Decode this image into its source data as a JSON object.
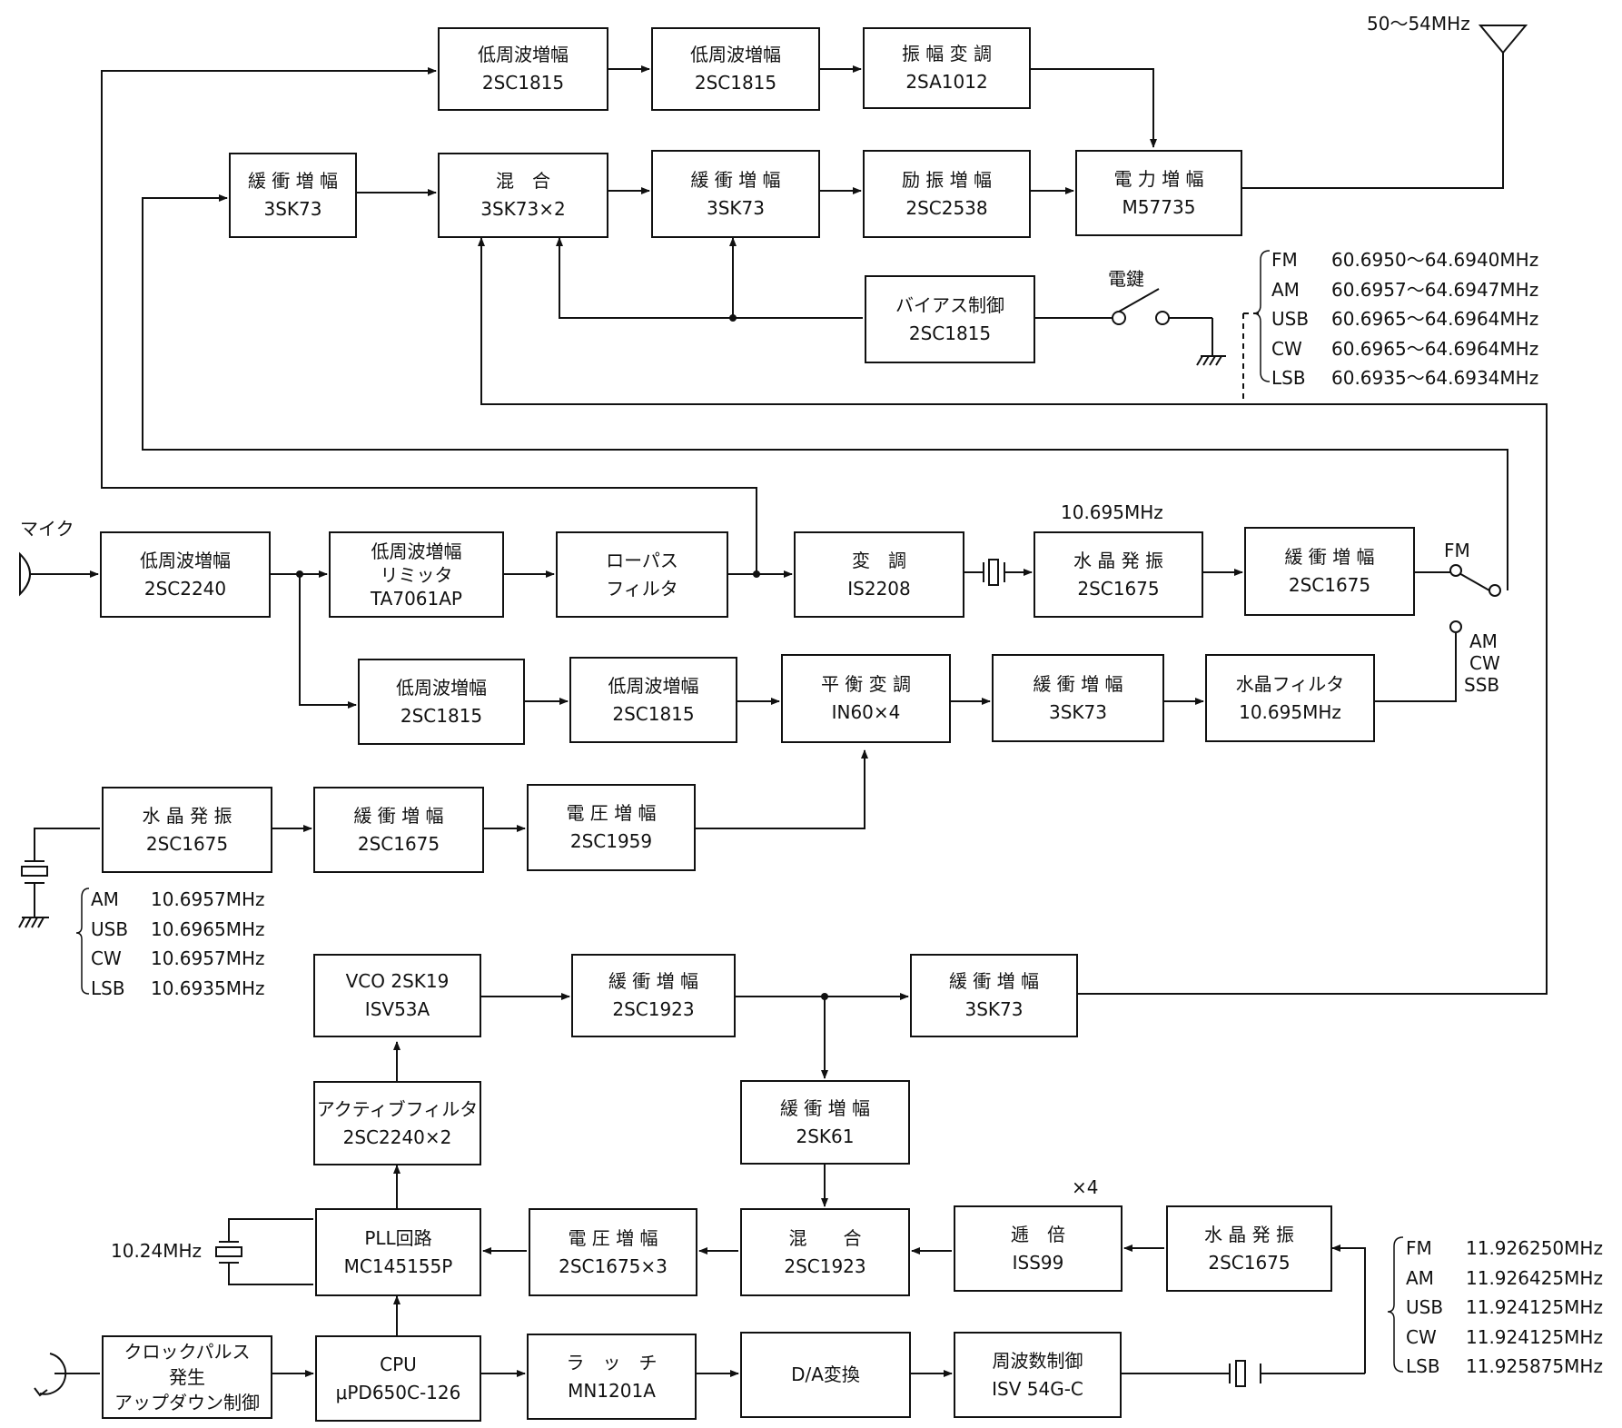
{
  "blocks": {
    "af1": {
      "name": "低周波増幅",
      "part": "2SC1815"
    },
    "af2": {
      "name": "低周波増幅",
      "part": "2SC1815"
    },
    "am_mod": {
      "name": "振 幅 変 調",
      "part": "2SA1012"
    },
    "buf_tx": {
      "name": "緩 衝 増 幅",
      "part": "3SK73"
    },
    "mixer_tx": {
      "name": "混　合",
      "part": "3SK73×2"
    },
    "buf_tx2": {
      "name": "緩 衝 増 幅",
      "part": "3SK73"
    },
    "driver": {
      "name": "励 振 増 幅",
      "part": "2SC2538"
    },
    "pa": {
      "name": "電 力 増 幅",
      "part": "M57735"
    },
    "bias": {
      "name": "バイアス制御",
      "part": "2SC1815"
    },
    "mic_amp": {
      "name": "低周波増幅",
      "part": "2SC2240"
    },
    "limiter": {
      "name": "低周波増幅",
      "part": "リミッタ",
      "part2": "TA7061AP"
    },
    "lpf": {
      "name": "ローパス",
      "part": "フィルタ"
    },
    "fm_mod": {
      "name": "変　調",
      "part": "IS2208"
    },
    "xo_fm": {
      "name": "水 晶 発 振",
      "part": "2SC1675"
    },
    "buf_fm": {
      "name": "緩 衝 増 幅",
      "part": "2SC1675"
    },
    "af3": {
      "name": "低周波増幅",
      "part": "2SC1815"
    },
    "af4": {
      "name": "低周波増幅",
      "part": "2SC1815"
    },
    "bal_mod": {
      "name": "平 衡 変 調",
      "part": "IN60×4"
    },
    "buf_ssb": {
      "name": "緩 衝 増 幅",
      "part": "3SK73"
    },
    "xtal_filter": {
      "name": "水晶フィルタ",
      "part": "10.695MHz"
    },
    "xo_car": {
      "name": "水 晶 発 振",
      "part": "2SC1675"
    },
    "buf_car": {
      "name": "緩 衝 増 幅",
      "part": "2SC1675"
    },
    "volt_car": {
      "name": "電 圧 増 幅",
      "part": "2SC1959"
    },
    "vco": {
      "name": "VCO 2SK19",
      "part": "ISV53A"
    },
    "buf_vco": {
      "name": "緩 衝 増 幅",
      "part": "2SC1923"
    },
    "buf_vco2": {
      "name": "緩 衝 増 幅",
      "part": "3SK73"
    },
    "active_lpf": {
      "name": "アクティブフィルタ",
      "part": "2SC2240×2"
    },
    "buf_2sk61": {
      "name": "緩 衝 増 幅",
      "part": "2SK61"
    },
    "pll": {
      "name": "PLL回路",
      "part": "MC145155P"
    },
    "volt_pll": {
      "name": "電 圧 増 幅",
      "part": "2SC1675×3"
    },
    "mixer_pll": {
      "name": "混　　合",
      "part": "2SC1923"
    },
    "mult": {
      "name": "逓　倍",
      "part": "ISS99"
    },
    "xo_ref": {
      "name": "水 晶 発 振",
      "part": "2SC1675"
    },
    "clock": {
      "name": "クロックパルス",
      "part": "発生",
      "part2": "アップダウン制御"
    },
    "cpu": {
      "name": "CPU",
      "part": "μPD650C-126"
    },
    "latch": {
      "name": "ラ　ッ　チ",
      "part": "MN1201A"
    },
    "dac": {
      "name": "D/A変換"
    },
    "freq_ctrl": {
      "name": "周波数制御",
      "part": "ISV 54G-C"
    }
  },
  "labels": {
    "band": "50～54MHz",
    "key": "電鍵",
    "mic": "マイク",
    "fm_osc_freq": "10.695MHz",
    "fm_switch": "FM",
    "am_switch": "AM",
    "cw_switch": "CW",
    "ssb_switch": "SSB",
    "pll_ref": "10.24MHz",
    "mult_factor": "×4"
  },
  "vco_table": [
    {
      "mode": "FM",
      "freq": "60.6950～64.6940MHz"
    },
    {
      "mode": "AM",
      "freq": "60.6957～64.6947MHz"
    },
    {
      "mode": "USB",
      "freq": "60.6965～64.6964MHz"
    },
    {
      "mode": "CW",
      "freq": "60.6965～64.6964MHz"
    },
    {
      "mode": "LSB",
      "freq": "60.6935～64.6934MHz"
    }
  ],
  "carrier_table": [
    {
      "mode": "AM",
      "freq": "10.6957MHz"
    },
    {
      "mode": "USB",
      "freq": "10.6965MHz"
    },
    {
      "mode": "CW",
      "freq": "10.6957MHz"
    },
    {
      "mode": "LSB",
      "freq": "10.6935MHz"
    }
  ],
  "ref_table": [
    {
      "mode": "FM",
      "freq": "11.926250MHz"
    },
    {
      "mode": "AM",
      "freq": "11.926425MHz"
    },
    {
      "mode": "USB",
      "freq": "11.924125MHz"
    },
    {
      "mode": "CW",
      "freq": "11.924125MHz"
    },
    {
      "mode": "LSB",
      "freq": "11.925875MHz"
    }
  ]
}
